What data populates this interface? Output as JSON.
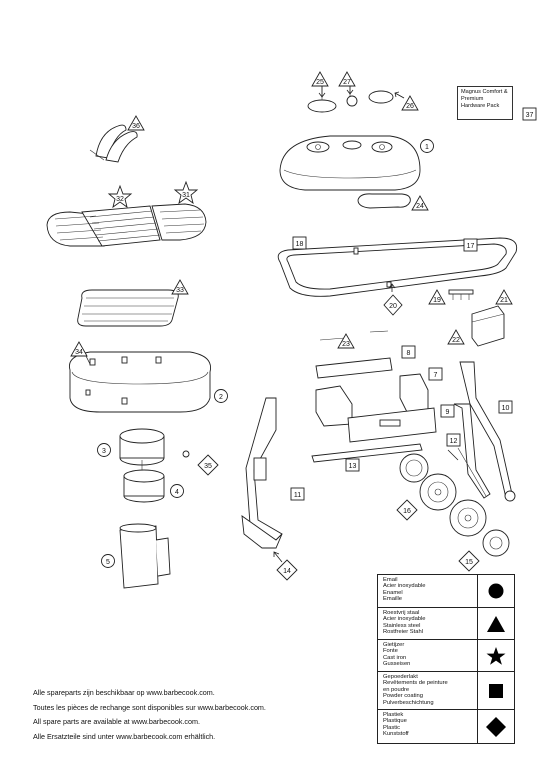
{
  "hardware_pack": "Magnus Comfort & Premium Hardware Pack",
  "parts": [
    {
      "id": "p1",
      "label": "1"
    },
    {
      "id": "p2",
      "label": "2"
    },
    {
      "id": "p3",
      "label": "3"
    },
    {
      "id": "p4",
      "label": "4"
    },
    {
      "id": "p5",
      "label": "5"
    },
    {
      "id": "p7",
      "label": "7"
    },
    {
      "id": "p8",
      "label": "8"
    },
    {
      "id": "p9",
      "label": "9"
    },
    {
      "id": "p10",
      "label": "10"
    },
    {
      "id": "p11",
      "label": "11"
    },
    {
      "id": "p12",
      "label": "12"
    },
    {
      "id": "p13",
      "label": "13"
    },
    {
      "id": "p14",
      "label": "14"
    },
    {
      "id": "p15",
      "label": "15"
    },
    {
      "id": "p16",
      "label": "16"
    },
    {
      "id": "p17",
      "label": "17"
    },
    {
      "id": "p18",
      "label": "18"
    },
    {
      "id": "p19",
      "label": "19"
    },
    {
      "id": "p20",
      "label": "20"
    },
    {
      "id": "p21",
      "label": "21"
    },
    {
      "id": "p22",
      "label": "22"
    },
    {
      "id": "p23",
      "label": "23"
    },
    {
      "id": "p24",
      "label": "24"
    },
    {
      "id": "p25",
      "label": "25"
    },
    {
      "id": "p26",
      "label": "26"
    },
    {
      "id": "p27",
      "label": "27"
    },
    {
      "id": "p31",
      "label": "31"
    },
    {
      "id": "p32",
      "label": "32"
    },
    {
      "id": "p33",
      "label": "33"
    },
    {
      "id": "p34",
      "label": "34"
    },
    {
      "id": "p35",
      "label": "35"
    },
    {
      "id": "p36",
      "label": "36"
    },
    {
      "id": "p37",
      "label": "37"
    }
  ],
  "legend": [
    {
      "lines": [
        "Email",
        "Acier inoxydable",
        "Enamel",
        "Emaille"
      ],
      "symbol": "circle"
    },
    {
      "lines": [
        "Roestvrij staal",
        "Acier inoxydable",
        "Stainless steel",
        "Rostfreier Stahl"
      ],
      "symbol": "triangle"
    },
    {
      "lines": [
        "Gietijzer",
        "Fonte",
        "Cast iron",
        "Gusseisen"
      ],
      "symbol": "star"
    },
    {
      "lines": [
        "Gepoederlakt",
        "Revêtements de peinture",
        "en poudre",
        "Powder coating",
        "Pulverbeschichtung"
      ],
      "symbol": "square"
    },
    {
      "lines": [
        "Plastiek",
        "Plastique",
        "Plastic",
        "Kunststoff"
      ],
      "symbol": "diamond"
    }
  ],
  "notes": [
    "Alle spareparts zijn beschikbaar op www.barbecook.com.",
    "Toutes les pièces de rechange sont disponibles sur www.barbecook.com.",
    "All spare parts are available at www.barbecook.com.",
    "Alle Ersatzteile sind unter www.barbecook.com erhältlich."
  ]
}
